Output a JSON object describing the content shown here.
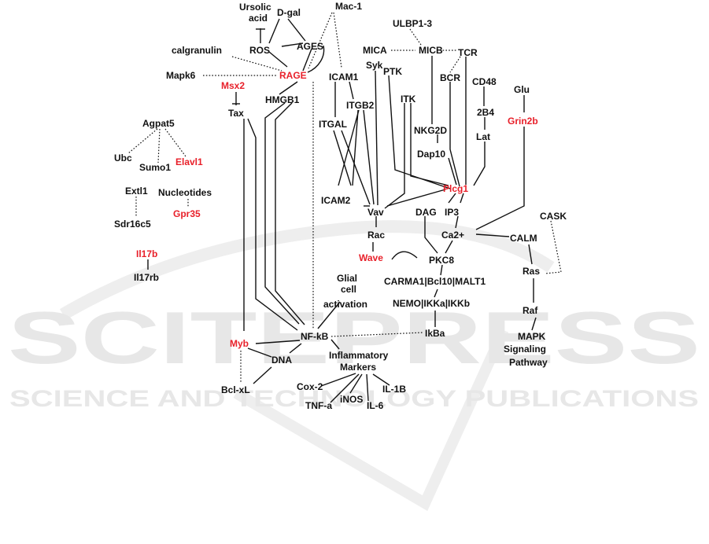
{
  "colors": {
    "default": "#111111",
    "highlight": "#e8202a",
    "watermark": "#e7e7e7"
  },
  "watermark": {
    "brand": "SCITEPRESS",
    "tagline": "SCIENCE AND TECHNOLOGY PUBLICATIONS"
  },
  "nodes": {
    "ursolic": "Ursolic",
    "acid": "acid",
    "dgal": "D-gal",
    "mac1": "Mac-1",
    "ros": "ROS",
    "ages": "AGES",
    "calgranulin": "calgranulin",
    "rage": "RAGE",
    "mapk6": "Mapk6",
    "msx2": "Msx2",
    "hmgb1": "HMGB1",
    "tax": "Tax",
    "agpat5": "Agpat5",
    "ubc": "Ubc",
    "sumo1": "Sumo1",
    "elavl1": "Elavl1",
    "extl1": "Extl1",
    "nucleotides": "Nucleotides",
    "gpr35": "Gpr35",
    "sdr16c5": "Sdr16c5",
    "il17b": "Il17b",
    "il17rb": "Il17rb",
    "ulbp": "ULBP1-3",
    "mica": "MICA",
    "micb": "MICB",
    "tcr": "TCR",
    "syk": "Syk",
    "ptk": "PTK",
    "bcr": "BCR",
    "cd48": "CD48",
    "glu": "Glu",
    "icam1": "ICAM1",
    "itgb2": "ITGB2",
    "itk": "ITK",
    "b24": "2B4",
    "grin2b": "Grin2b",
    "itgal": "ITGAL",
    "nkg2d": "NKG2D",
    "lat": "Lat",
    "dap10": "Dap10",
    "icam2": "ICAM2",
    "plcg1": "Plcg1",
    "vav": "Vav",
    "dag": "DAG",
    "ip3": "IP3",
    "cask": "CASK",
    "ca2": "Ca2+",
    "rac": "Rac",
    "calm": "CALM",
    "wave": "Wave",
    "pkc": "PKC8",
    "ras": "Ras",
    "glial1": "Glial",
    "glial2": "cell",
    "glial3": "activation",
    "carma": "CARMA1|Bcl10|MALT1",
    "nemo": "NEMO|IKKa|IKKb",
    "raf": "Raf",
    "nfkb": "NF-kB",
    "ikba": "IkBa",
    "mapk1": "MAPK",
    "mapk2": "Signaling",
    "mapk3": "Pathway",
    "myb": "Myb",
    "infl1": "Inflammatory",
    "infl2": "Markers",
    "dna": "DNA",
    "cox2": "Cox-2",
    "il1b": "IL-1B",
    "bclxl": "Bcl-xL",
    "tnfa": "TNF-a",
    "inos": "iNOS",
    "il6": "IL-6"
  },
  "highlighted": [
    "rage",
    "msx2",
    "elavl1",
    "gpr35",
    "il17b",
    "grin2b",
    "plcg1",
    "wave",
    "myb"
  ]
}
